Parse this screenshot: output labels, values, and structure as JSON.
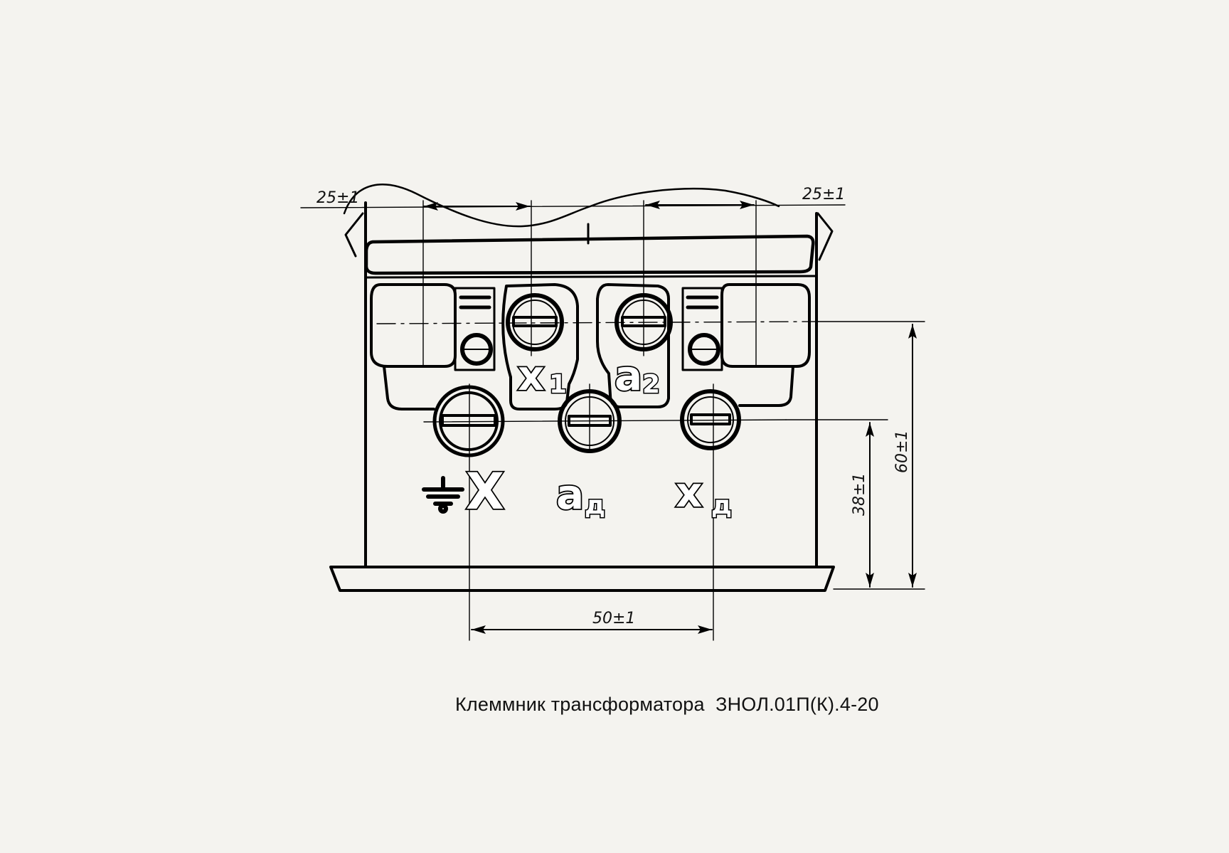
{
  "caption": "Клеммник трансформатора  ЗНОЛ.01П(К).4-20",
  "dimensions": {
    "top_left": "25±1",
    "top_right": "25±1",
    "bottom_width": "50±1",
    "height_small": "38±1",
    "height_large": "60±1"
  },
  "terminals": {
    "x1": {
      "main": "x",
      "sub": "1"
    },
    "a2": {
      "main": "a",
      "sub": "2"
    },
    "ground_symbol": "ground-icon",
    "X": {
      "main": "X"
    },
    "ad": {
      "main": "a",
      "sub": "д"
    },
    "xd": {
      "main": "x",
      "sub": "д"
    }
  },
  "colors": {
    "line": "#000000",
    "paper": "#f4f3ef"
  }
}
